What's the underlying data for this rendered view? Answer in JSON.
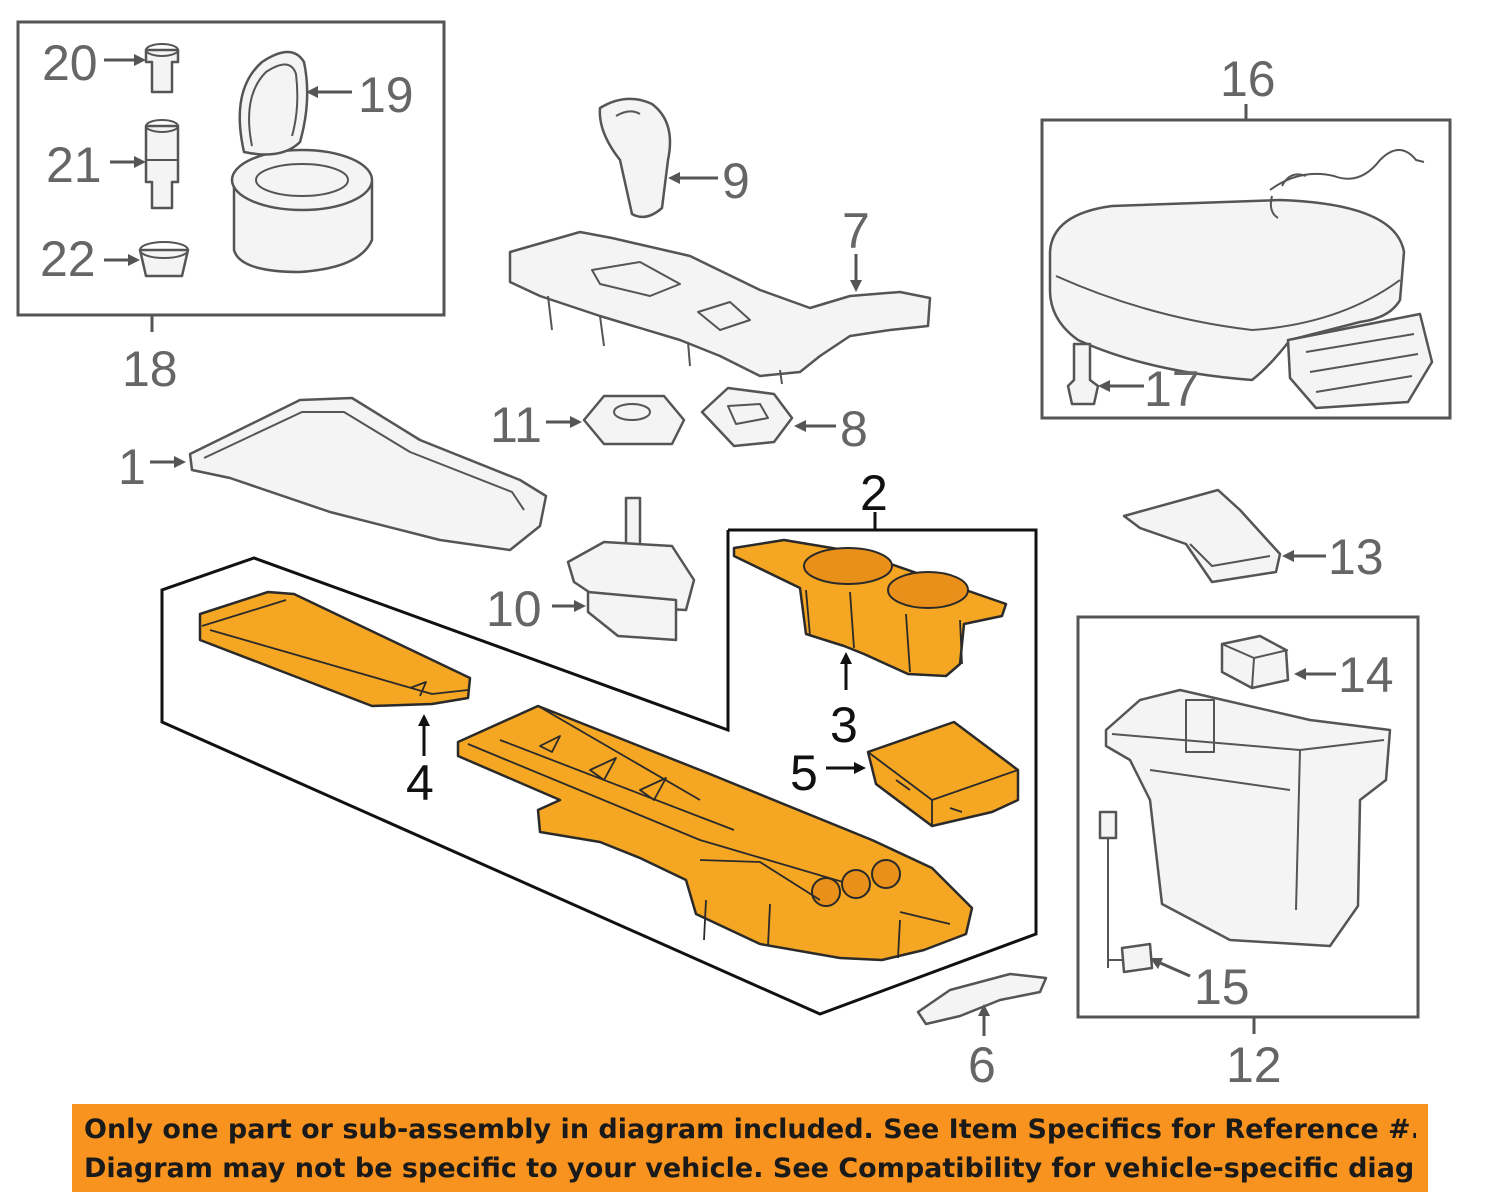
{
  "callouts": {
    "c1": "1",
    "c2": "2",
    "c3": "3",
    "c4": "4",
    "c5": "5",
    "c6": "6",
    "c7": "7",
    "c8": "8",
    "c9": "9",
    "c10": "10",
    "c11": "11",
    "c12": "12",
    "c13": "13",
    "c14": "14",
    "c15": "15",
    "c16": "16",
    "c17": "17",
    "c18": "18",
    "c19": "19",
    "c20": "20",
    "c21": "21",
    "c22": "22"
  },
  "highlighted_parts": [
    "2",
    "3",
    "4",
    "5"
  ],
  "colors": {
    "highlight": "#f5a623",
    "banner": "#f7931e",
    "line": "#555555"
  },
  "banner": {
    "line1": "Only one part or sub-assembly in diagram included. See Item Specifics for Reference #.",
    "line2": "Diagram may not be specific to your vehicle. See Compatibility for vehicle-specific diagrams."
  }
}
